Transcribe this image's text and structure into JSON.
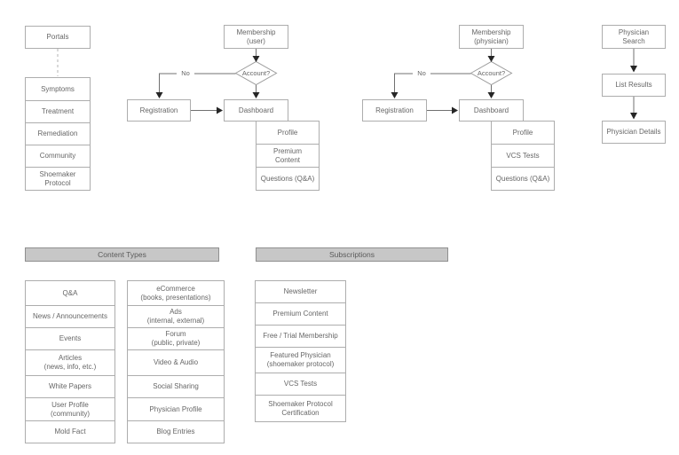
{
  "palette": {
    "box_border": "#adadad",
    "box_text": "#666666",
    "connector_line": "#707070",
    "arrowhead": "#262626",
    "dashed_line": "#b3b3b3",
    "header_bar_fill": "#c7c7c7",
    "header_bar_border": "#8f8f8f",
    "header_bar_text": "#5a5a5a"
  },
  "portals": {
    "title": "Portals",
    "items": [
      "Symptoms",
      "Treatment",
      "Remediation",
      "Community",
      "Shoemaker\nProtocol"
    ]
  },
  "user_flow": {
    "membership": "Membership\n(user)",
    "decision": "Account?",
    "no_label": "No",
    "registration": "Registration",
    "dashboard": "Dashboard",
    "dashboard_items": [
      "Profile",
      "Premium\nContent",
      "Questions (Q&A)"
    ]
  },
  "physician_flow": {
    "membership": "Membership\n(physician)",
    "decision": "Account?",
    "no_label": "No",
    "registration": "Registration",
    "dashboard": "Dashboard",
    "dashboard_items": [
      "Profile",
      "VCS Tests",
      "Questions (Q&A)"
    ]
  },
  "physician_search_flow": {
    "steps": [
      "Physician\nSearch",
      "List Results",
      "Physician Details"
    ]
  },
  "content_types": {
    "header": "Content Types",
    "column1": [
      "Q&A",
      "News / Announcements",
      "Events",
      "Articles\n(news, info, etc.)",
      "White Papers",
      "User Profile\n(community)",
      "Mold Fact"
    ],
    "column2": [
      "eCommerce\n(books, presentations)",
      "Ads\n(internal, external)",
      "Forum\n(public, private)",
      "Video & Audio",
      "Social Sharing",
      "Physician Profile",
      "Blog Entries"
    ]
  },
  "subscriptions": {
    "header": "Subscriptions",
    "items": [
      "Newsletter",
      "Premium Content",
      "Free / Trial Membership",
      "Featured Physician\n(shoemaker protocol)",
      "VCS Tests",
      "Shoemaker Protocol\nCertification"
    ]
  }
}
